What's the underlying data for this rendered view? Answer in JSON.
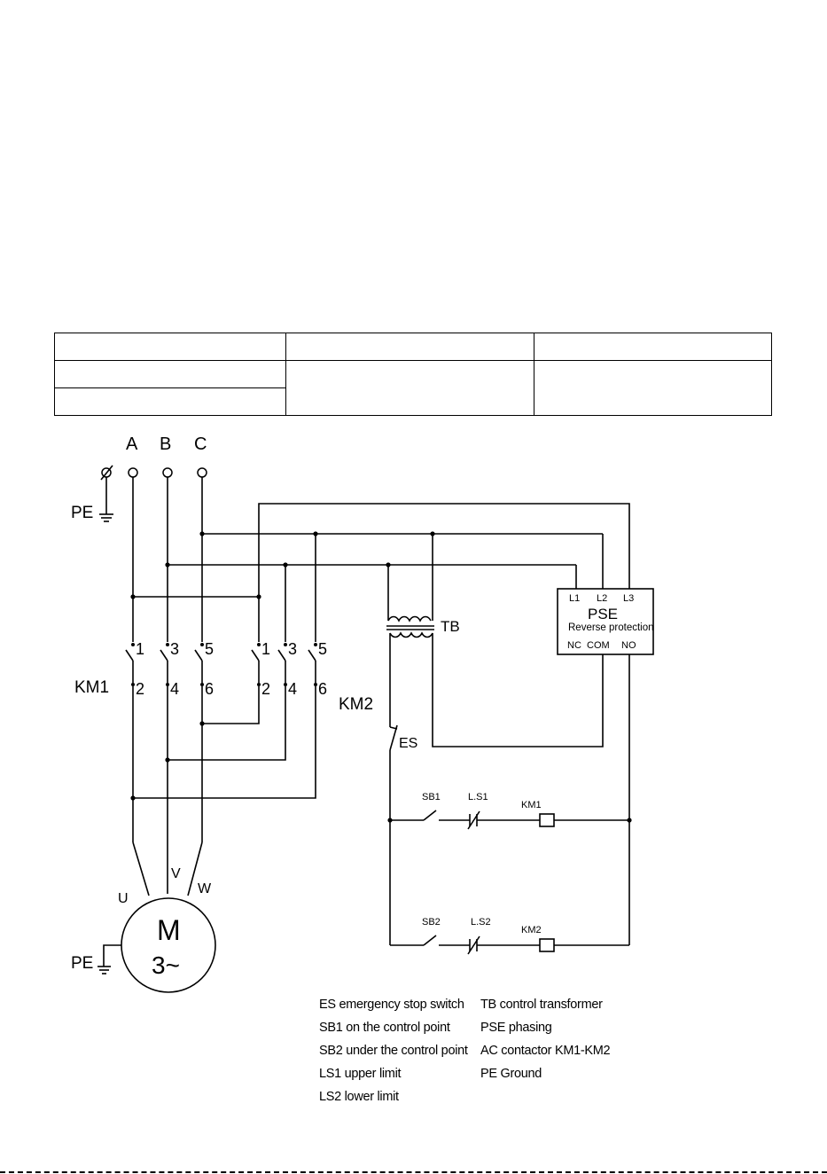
{
  "table": {
    "rows": [
      [
        "",
        "",
        ""
      ],
      [
        "",
        "",
        ""
      ],
      [
        ""
      ]
    ]
  },
  "labels": {
    "phase_a": "A",
    "phase_b": "B",
    "phase_c": "C",
    "pe_top": "PE",
    "pe_bottom": "PE",
    "km1": "KM1",
    "km2": "KM2",
    "km1_terminals_top": [
      "1",
      "3",
      "5"
    ],
    "km1_terminals_bottom": [
      "2",
      "4",
      "6"
    ],
    "km2_terminals_top": [
      "1",
      "3",
      "5"
    ],
    "km2_terminals_bottom": [
      "2",
      "4",
      "6"
    ],
    "tb": "TB",
    "es": "ES",
    "pse_title": "PSE",
    "pse_subtitle": "Reverse protection",
    "pse_inputs": [
      "L1",
      "L2",
      "L3"
    ],
    "pse_outputs": [
      "NC",
      "COM",
      "NO"
    ],
    "sb1": "SB1",
    "sb2": "SB2",
    "ls1": "L.S1",
    "ls2": "L.S2",
    "coil1": "KM1",
    "coil2": "KM2",
    "motor_u": "U",
    "motor_v": "V",
    "motor_w": "W",
    "motor_m": "M",
    "motor_phase": "3~"
  },
  "legend": {
    "left": [
      "ES emergency stop switch",
      "SB1 on the control point",
      "SB2 under the control point",
      "LS1 upper limit",
      "LS2 lower limit"
    ],
    "right": [
      "TB control transformer",
      "PSE phasing",
      "AC contactor KM1-KM2",
      "PE Ground"
    ]
  }
}
